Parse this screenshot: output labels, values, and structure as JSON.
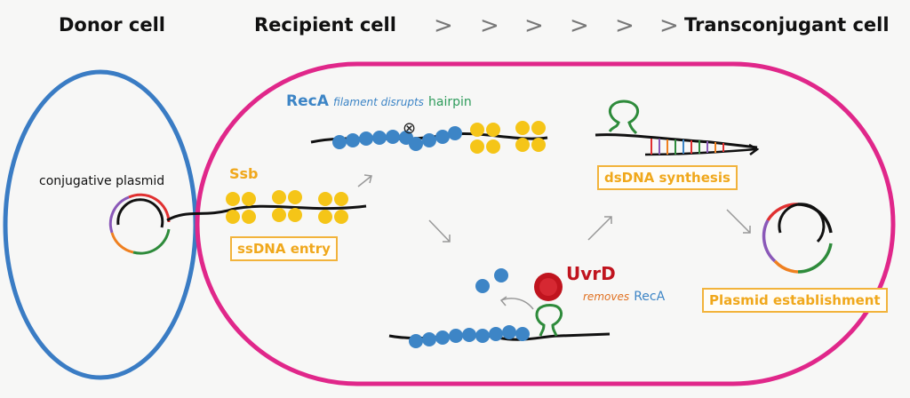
{
  "headers": {
    "donor": "Donor cell",
    "recipient": "Recipient cell",
    "transconjugant": "Transconjugant cell",
    "chevron": ">"
  },
  "labels": {
    "conjugative_plasmid": "conjugative plasmid",
    "ssb": "Ssb",
    "ssdna_entry": "ssDNA entry",
    "reca": "RecA",
    "filament_disrupts": "filament disrupts",
    "hairpin": "hairpin",
    "dsdna_synthesis": "dsDNA synthesis",
    "uvrd": "UvrD",
    "removes": "removes",
    "reca2": "RecA",
    "plasmid_establishment": "Plasmid establishment"
  },
  "colors": {
    "donor_membrane": "#3a7cc4",
    "recipient_membrane": "#e0278a",
    "ssb": "#f5c518",
    "reca": "#3d85c6",
    "uvrd": "#c0141e",
    "label_orange": "#f0a81c",
    "hairpin_green": "#2e9b5b",
    "removes_orange": "#e07020"
  }
}
